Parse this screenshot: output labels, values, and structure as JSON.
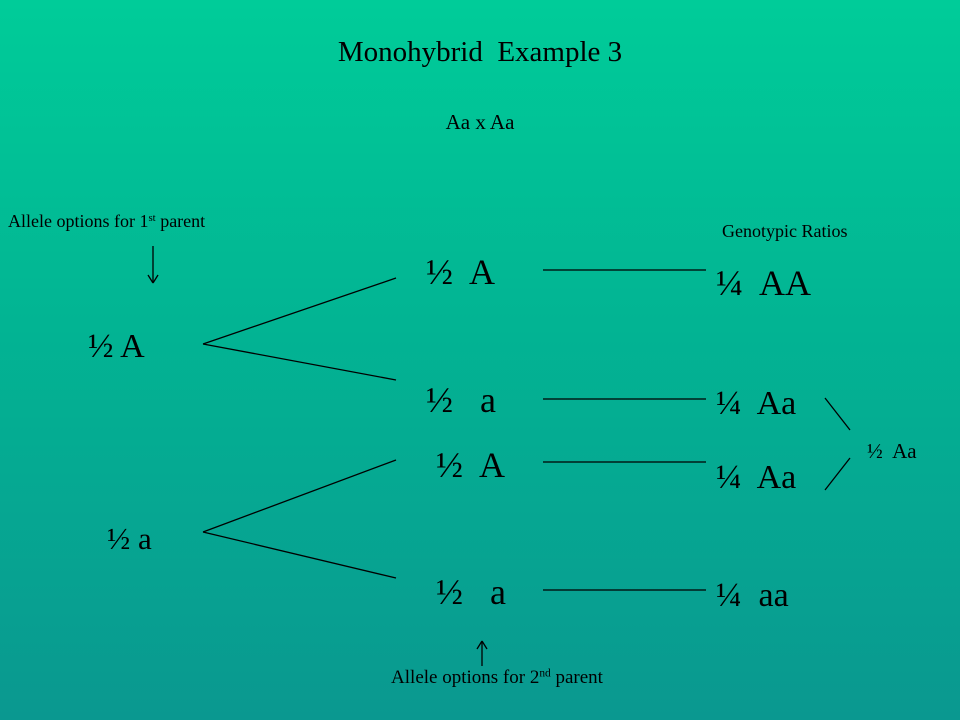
{
  "title": "Monohybrid  Example 3",
  "cross": "Aa x Aa",
  "first_parent_note": {
    "text": "Allele options for 1",
    "sup": "st",
    "tail": " parent"
  },
  "second_parent_note": {
    "text": "Allele options for 2",
    "sup": "nd",
    "tail": " parent"
  },
  "genotypic_ratios_header": "Genotypic Ratios",
  "first_parent_alleles": [
    "½ A",
    "½ a"
  ],
  "second_parent_alleles": [
    "½  A",
    "½   a",
    "½  A",
    "½   a"
  ],
  "genotypes": [
    "¼  AA",
    "¼  Aa",
    "¼  Aa",
    "¼  aa"
  ],
  "combined": "½  Aa",
  "colors": {
    "background_top": "#00cc99",
    "background_bottom": "#0a9890",
    "ink": "#000000"
  }
}
